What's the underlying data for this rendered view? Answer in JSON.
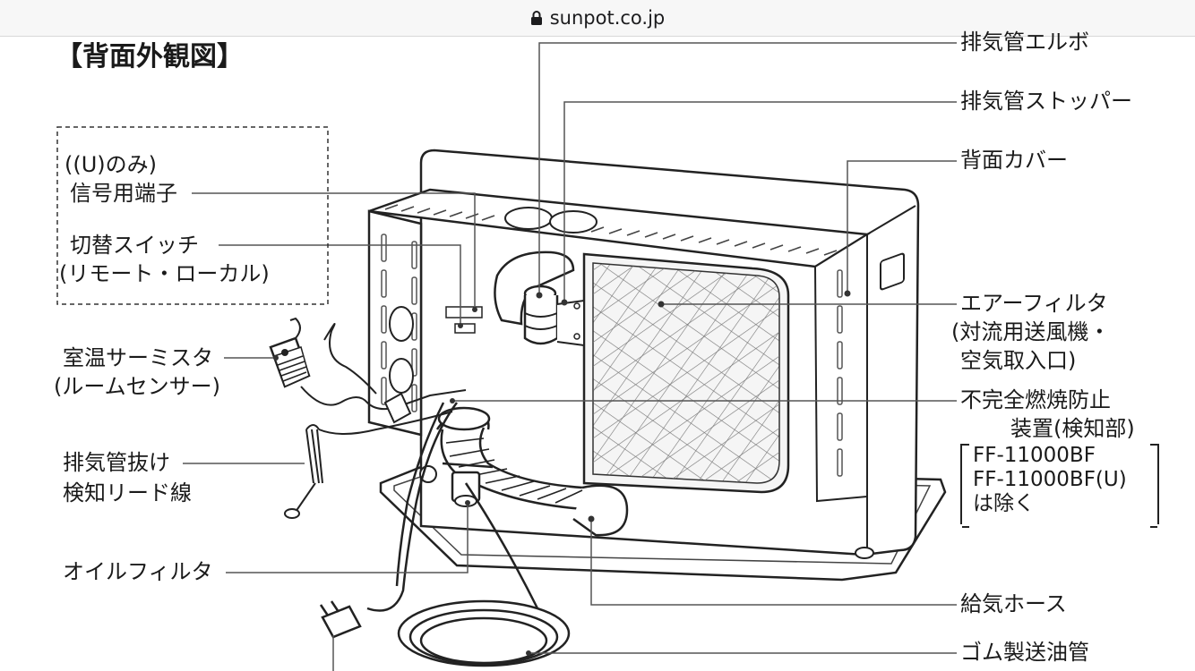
{
  "browser": {
    "url": "sunpot.co.jp"
  },
  "title": "【背面外観図】",
  "labels": {
    "exhaust_elbow": "排気管エルボ",
    "exhaust_stopper": "排気管ストッパー",
    "rear_cover": "背面カバー",
    "signal_terminal_note": "((U)のみ)",
    "signal_terminal": "信号用端子",
    "switch_line1": "切替スイッチ",
    "switch_line2": "(リモート・ローカル)",
    "air_filter_line1": "エアーフィルタ",
    "air_filter_line2": "(対流用送風機・",
    "air_filter_line3": "空気取入口)",
    "room_thermistor_line1": "室温サーミスタ",
    "room_thermistor_line2": "(ルームセンサー)",
    "combustion_line1": "不完全燃焼防止",
    "combustion_line2": "装置(検知部)",
    "exclusion_line1": "FF-11000BF",
    "exclusion_line2": "FF-11000BF(U)",
    "exclusion_line3": "は除く",
    "lead_wire_line1": "排気管抜け",
    "lead_wire_line2": "検知リード線",
    "oil_filter": "オイルフィルタ",
    "intake_hose": "給気ホース",
    "rubber_oil_pipe": "ゴム製送油管"
  },
  "colors": {
    "line": "#222222",
    "leader": "#555555",
    "filter": "#eaeaea",
    "body": "#ffffff"
  }
}
